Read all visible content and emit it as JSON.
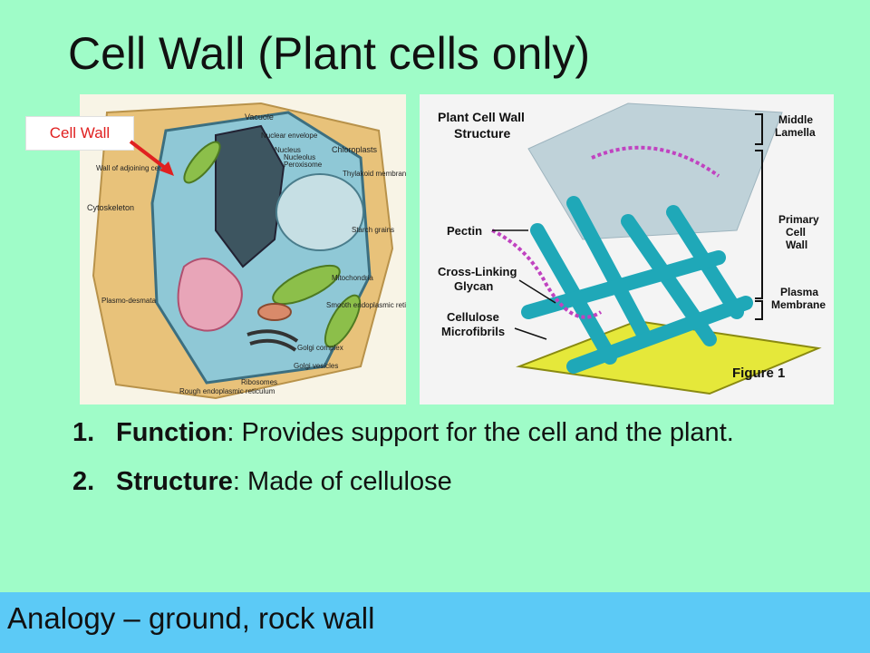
{
  "slide": {
    "title": "Cell Wall (Plant cells only)",
    "callout_label": "Cell Wall",
    "colors": {
      "background": "#9ffcc8",
      "footer": "#5ccaf6",
      "callout_text": "#e02020"
    }
  },
  "left_figure": {
    "labels": {
      "vacuole": "Vacuole",
      "nuclear_envelope": "Nuclear envelope",
      "nucleus": "Nucleus",
      "nucleolus": "Nucleolus",
      "peroxisome": "Peroxisome",
      "chloroplasts": "Chloroplasts",
      "thylakoid": "Thylakoid membranes",
      "wall_adjoining": "Wall of adjoining cell",
      "cytoskeleton": "Cytoskeleton",
      "starch": "Starch grains",
      "mitochondria": "Mitochondria",
      "plasmodesmata": "Plasmo-desmata",
      "smooth_er": "Smooth endoplasmic reticulum",
      "golgi_complex": "Golgi complex",
      "golgi_vesicles": "Golgi vesicles",
      "ribosomes": "Ribosomes",
      "rough_er": "Rough endoplasmic reticulum"
    }
  },
  "right_figure": {
    "title_line1": "Plant Cell Wall",
    "title_line2": "Structure",
    "pectin": "Pectin",
    "cross_linking_1": "Cross-Linking",
    "cross_linking_2": "Glycan",
    "cellulose_1": "Cellulose",
    "cellulose_2": "Microfibrils",
    "middle_1": "Middle",
    "middle_2": "Lamella",
    "primary_1": "Primary",
    "primary_2": "Cell",
    "primary_3": "Wall",
    "plasma_1": "Plasma",
    "plasma_2": "Membrane",
    "figure_label": "Figure 1"
  },
  "list": [
    {
      "number": "1.",
      "term": "Function",
      "text": ":  Provides support for the cell and the plant."
    },
    {
      "number": "2.",
      "term": "Structure",
      "text": ": Made of cellulose"
    }
  ],
  "footer": {
    "text": "Analogy – ground, rock wall"
  }
}
